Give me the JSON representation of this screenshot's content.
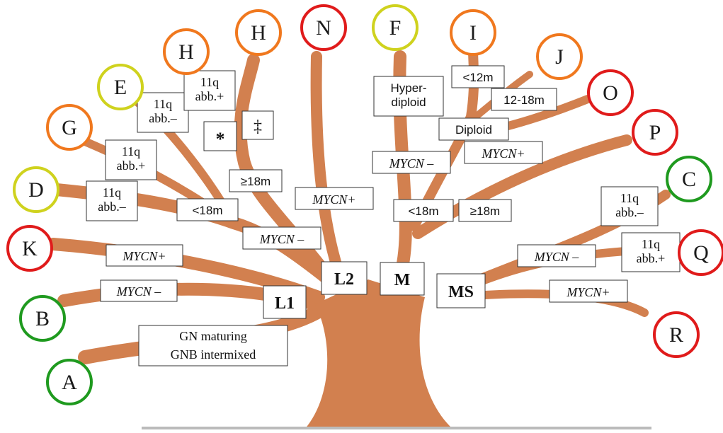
{
  "colors": {
    "branch": "#d2804f",
    "red": "#e01b1b",
    "orange": "#f0781e",
    "yellow": "#cfd21e",
    "green": "#1f9a1f"
  },
  "nodes": [
    {
      "id": "A",
      "label": "A",
      "status": "green"
    },
    {
      "id": "B",
      "label": "B",
      "status": "green"
    },
    {
      "id": "K",
      "label": "K",
      "status": "red"
    },
    {
      "id": "D",
      "label": "D",
      "status": "yellow"
    },
    {
      "id": "G",
      "label": "G",
      "status": "orange"
    },
    {
      "id": "E",
      "label": "E",
      "status": "yellow"
    },
    {
      "id": "H1",
      "label": "H",
      "status": "orange"
    },
    {
      "id": "H2",
      "label": "H",
      "status": "orange"
    },
    {
      "id": "N",
      "label": "N",
      "status": "red"
    },
    {
      "id": "F",
      "label": "F",
      "status": "yellow"
    },
    {
      "id": "I",
      "label": "I",
      "status": "orange"
    },
    {
      "id": "J",
      "label": "J",
      "status": "orange"
    },
    {
      "id": "O",
      "label": "O",
      "status": "red"
    },
    {
      "id": "P",
      "label": "P",
      "status": "red"
    },
    {
      "id": "C",
      "label": "C",
      "status": "green"
    },
    {
      "id": "Q",
      "label": "Q",
      "status": "red"
    },
    {
      "id": "R",
      "label": "R",
      "status": "red"
    }
  ],
  "labels": {
    "gn_line1": "GN maturing",
    "gn_line2": "GNB intermixed",
    "l1": "L1",
    "l2": "L2",
    "m": "M",
    "ms": "MS",
    "l1_mycn_neg": "MYCN –",
    "l1_mycn_pos": "MYCN+",
    "l2_mycn_neg": "MYCN –",
    "l2_mycn_pos": "MYCN+",
    "lt18m_left": "<18m",
    "ge18m_left": "≥18m",
    "abb11q_neg_left": "11q\nabb.–",
    "abb11q_pos_left": "11q\nabb.+",
    "abb11q_neg_top": "11q\nabb.–",
    "abb11q_pos_top": "11q\nabb.+",
    "asterisk": "*",
    "double_dagger": "‡",
    "m_lt18m": "<18m",
    "m_ge18m": "≥18m",
    "m_mycn_neg": "MYCN –",
    "m_mycn_pos": "MYCN+",
    "hyperdiploid": "Hyper-\ndiploid",
    "diploid": "Diploid",
    "lt12m": "<12m",
    "m12_18m": "12-18m",
    "ms_mycn_neg": "MYCN –",
    "ms_mycn_pos": "MYCN+",
    "ms_abb11q_neg": "11q\nabb.–",
    "ms_abb11q_pos": "11q\nabb.+"
  }
}
